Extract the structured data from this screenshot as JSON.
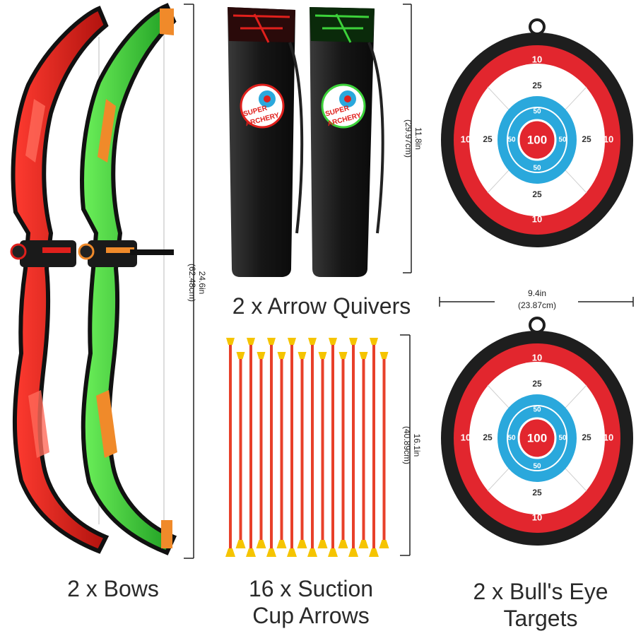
{
  "products": {
    "bows": {
      "caption": "2 x Bows",
      "dimension_in": "24.6in",
      "dimension_cm": "(62.48cm)",
      "colors": [
        "#e0201c",
        "#3cd23a"
      ]
    },
    "quivers": {
      "caption": "2 x Arrow Quivers",
      "dimension_in": "11.8in",
      "dimension_cm": "(29.97cm)",
      "logo_line1": "SUPER",
      "logo_line2": "ARCHERY",
      "colors": [
        "#e0201c",
        "#3cd23a"
      ]
    },
    "arrows": {
      "caption_line1": "16 x Suction",
      "caption_line2": "Cup Arrows",
      "dimension_in": "16.1in",
      "dimension_cm": "(40.89cm)",
      "shaft_color": "#e8402a",
      "cup_color": "#f5c400"
    },
    "targets": {
      "caption_line1": "2 x Bull's Eye",
      "caption_line2": "Targets",
      "dimension_in": "9.4in",
      "dimension_cm": "(23.87cm)",
      "outer_ring": "10",
      "middle_ring": "25",
      "inner_ring": "50",
      "bullseye": "100",
      "colors": {
        "rim": "#1e1e1e",
        "red": "#e2262e",
        "blue": "#2aa8dc",
        "white": "#ffffff"
      }
    }
  }
}
